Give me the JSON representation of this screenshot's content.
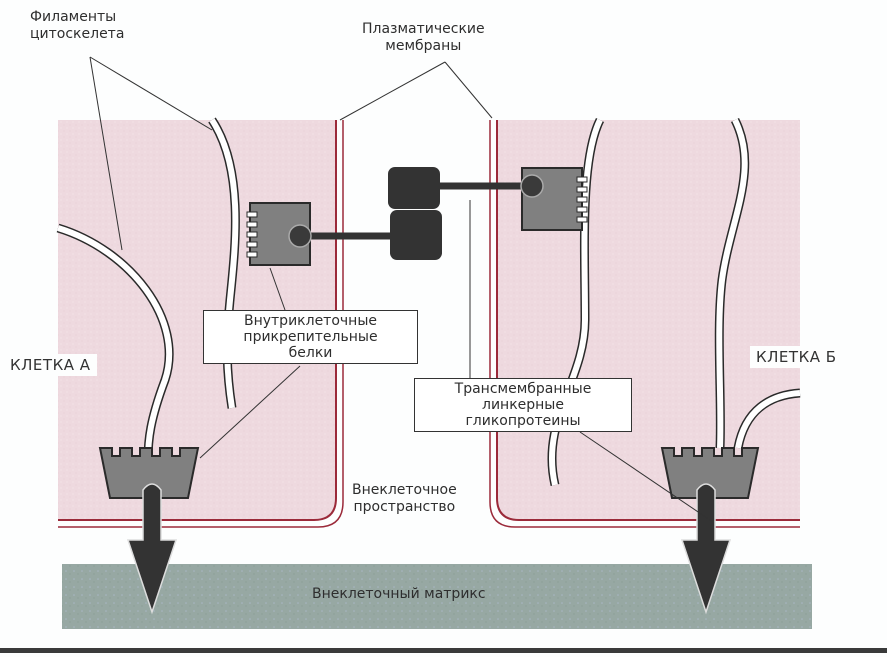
{
  "title": "Cell junctions: cytoskeleton, membranes, linker glycoproteins, extracellular matrix",
  "labels": {
    "cytoskeleton_filaments": [
      "Филаменты",
      "цитоскелета"
    ],
    "plasma_membranes": [
      "Плазматические",
      "мембраны"
    ],
    "intracellular_attachment_proteins": [
      "Внутриклеточные",
      "прикрепительные",
      "белки"
    ],
    "transmembrane_linker_glycoproteins": [
      "Трансмембранные",
      "линкерные",
      "гликопротеины"
    ],
    "cell_a": "КЛЕТКА А",
    "cell_b": "КЛЕТКА Б",
    "extracellular_space": [
      "Внеклеточное",
      "пространство"
    ],
    "extracellular_matrix": "Внеклеточный матрикс"
  },
  "colors": {
    "cytoplasm": "#eed9df",
    "membrane": "#9b2a3a",
    "protein_gray": "#808080",
    "linker_dark": "#333333",
    "matrix": "#97a8a3",
    "outline": "#2a2a2a"
  }
}
